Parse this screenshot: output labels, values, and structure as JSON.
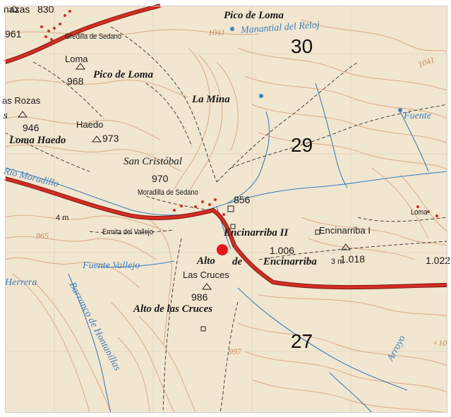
{
  "colors": {
    "paper": "#f1e6cf",
    "contour": "#d9a47f",
    "road": "#d42d22",
    "water": "#3e7fbf",
    "marker": "#e8141a"
  },
  "places": {
    "gredilla": "Gredilla de Sedano",
    "loma": "Loma",
    "pico_loma_hill": "Pico de Loma",
    "pico_loma_top": "Pico de Loma",
    "las_rozas": "as Rozas",
    "s_label": "s",
    "haedo": "Haedo",
    "loma_haedo": "Loma Haedo",
    "la_mina": "La Mina",
    "san_cristobal": "San Cristóbal",
    "moradilla": "Moradilla de Sedano",
    "ermita": "Ermita del Vallejo",
    "encinarriba_ii": "Encinarriba II",
    "encinarriba_i": "Encinarriba I",
    "alto": "Alto",
    "de": "de",
    "encinarriba": "Encinarriba",
    "las_cruces": "Las Cruces",
    "alto_cruces": "Alto de las Cruces",
    "loma_east": "Loma",
    "nazas": "nazas"
  },
  "water": {
    "manantial": "Manantial del Reloj",
    "fuente_e": "Fuente",
    "rio": "Río Moradillo",
    "fuente_vallejo": "Fuente Vallejo",
    "herrera": "Herrera",
    "barranco": "Barranco de Hontanillas",
    "arroyo": "Arroyo"
  },
  "heights": {
    "h830": "830",
    "h961": "961",
    "h968": "968",
    "h946": "946",
    "h973": "973",
    "h970": "970",
    "h856": "856",
    "h1006": "1.006",
    "h1018": "1.018",
    "h1022": "1.022",
    "h986": "986"
  },
  "contours": {
    "c1041a": "1041",
    "c1041b": "1041",
    "c965": "965",
    "c997": "997",
    "c1000": "×10"
  },
  "grid": {
    "g30": "30",
    "g29": "29",
    "g27": "27"
  },
  "dims": {
    "d4m": "4 m",
    "d3m": "3 m"
  }
}
